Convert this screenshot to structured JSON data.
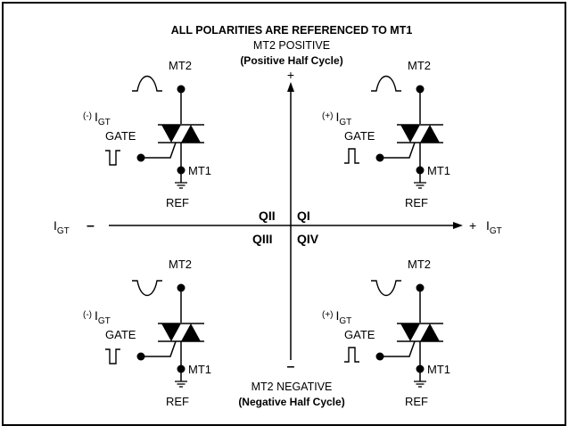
{
  "title": "ALL POLARITIES ARE REFERENCED TO MT1",
  "top": {
    "label": "MT2 POSITIVE",
    "sublabel": "(Positive Half Cycle)",
    "sign": "+"
  },
  "bottom": {
    "label": "MT2 NEGATIVE",
    "sublabel": "(Negative Half Cycle)",
    "sign": "–"
  },
  "left_axis": {
    "label": "I",
    "sub": "GT",
    "sign": "–"
  },
  "right_axis": {
    "sign": "+",
    "label": "I",
    "sub": "GT"
  },
  "quadrants": {
    "q2": "QII",
    "q1": "QI",
    "q3": "QIII",
    "q4": "QIV"
  },
  "triacs": [
    {
      "id": "q2",
      "mt2": "MT2",
      "mt1": "MT1",
      "ref": "REF",
      "gate": "GATE",
      "igt_sign": "(-)",
      "igt": "I",
      "igt_sub": "GT",
      "mt2_pulse": "positive",
      "gate_pulse": "negative"
    },
    {
      "id": "q1",
      "mt2": "MT2",
      "mt1": "MT1",
      "ref": "REF",
      "gate": "GATE",
      "igt_sign": "(+)",
      "igt": "I",
      "igt_sub": "GT",
      "mt2_pulse": "positive",
      "gate_pulse": "positive"
    },
    {
      "id": "q3",
      "mt2": "MT2",
      "mt1": "MT1",
      "ref": "REF",
      "gate": "GATE",
      "igt_sign": "(-)",
      "igt": "I",
      "igt_sub": "GT",
      "mt2_pulse": "negative",
      "gate_pulse": "negative"
    },
    {
      "id": "q4",
      "mt2": "MT2",
      "mt1": "MT1",
      "ref": "REF",
      "gate": "GATE",
      "igt_sign": "(+)",
      "igt": "I",
      "igt_sub": "GT",
      "mt2_pulse": "negative",
      "gate_pulse": "positive"
    }
  ]
}
